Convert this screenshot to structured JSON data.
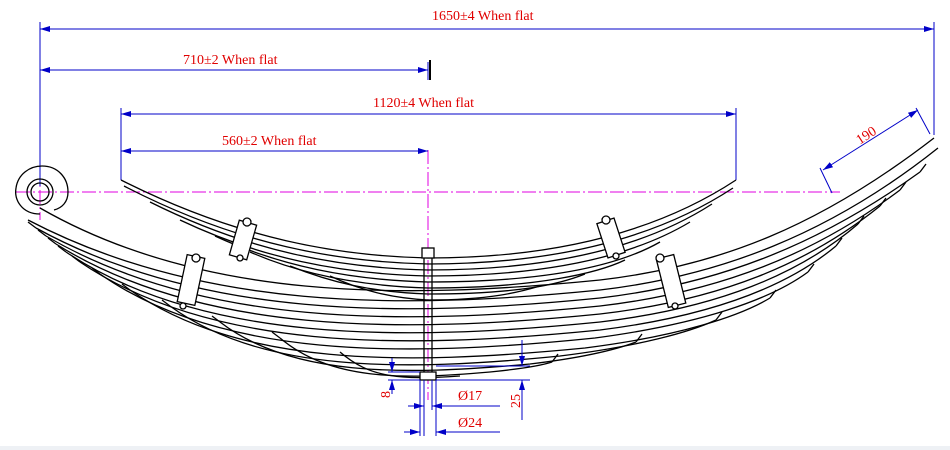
{
  "drawing": {
    "dimensions": {
      "overall_length": "1650±4 When flat",
      "front_half_length": "710±2 When flat",
      "second_leaf_length": "1120±4 When flat",
      "second_leaf_half": "560±2 When flat",
      "eye_to_clip": "190",
      "bolt_diameter": "Ø17",
      "bolt_washer_diameter": "Ø24",
      "nut_height": "8",
      "bolt_projection": "25"
    },
    "colors": {
      "outline": "#000000",
      "dimension_line": "#0000c8",
      "dimension_text": "#e00000",
      "center_line": "#e000e0"
    }
  }
}
